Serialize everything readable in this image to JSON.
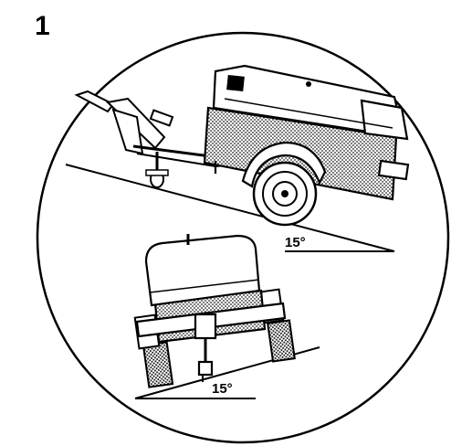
{
  "figure": {
    "number": "1",
    "side_view_angle": "15°",
    "rear_view_angle": "15°"
  },
  "colors": {
    "ink": "#000000",
    "paper": "#ffffff",
    "hatch": "#7a7a7a"
  }
}
